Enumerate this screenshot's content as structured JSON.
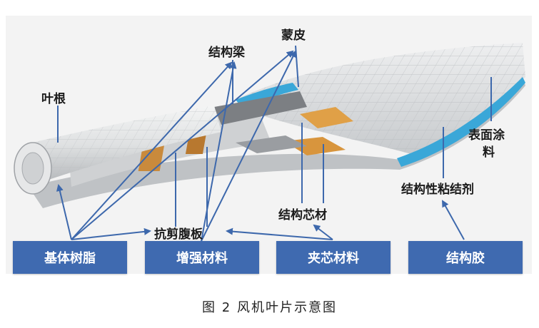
{
  "labels": {
    "blade_root": "叶根",
    "spar_cap": "结构梁",
    "skin": "蒙皮",
    "surface_coating_1": "表面涂",
    "surface_coating_2": "料",
    "structural_adhesive": "结构性粘结剂",
    "core_material": "结构芯材",
    "shear_web": "抗剪腹板"
  },
  "boxes": {
    "matrix_resin": "基体树脂",
    "reinforcement": "增强材料",
    "core_materials": "夹芯材料",
    "structural_glue": "结构胶"
  },
  "caption": "图 2  风机叶片示意图",
  "colors": {
    "box_fill": "#3f6ab0",
    "arrow": "#3d68ac",
    "skin_top": "#d9dbdc",
    "inner_shell": "#c7c9cb",
    "adhesive_blue": "#3aa7d8",
    "balsa": "#c98a3c",
    "shell_edge": "#9fa2a6"
  }
}
